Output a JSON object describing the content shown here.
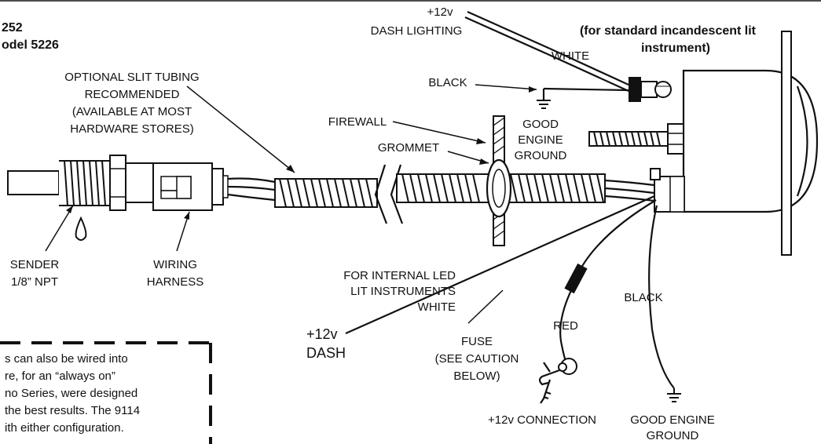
{
  "header": {
    "model_line1": "252",
    "model_line2": "odel 5226"
  },
  "labels": {
    "dash_lighting_1": "+12v",
    "dash_lighting_2": "DASH LIGHTING",
    "standard_note_1": "(for standard incandescent lit",
    "standard_note_2": "instrument)",
    "white_top": "WHITE",
    "black_top": "BLACK",
    "good_ground_1": "GOOD",
    "good_ground_2": "ENGINE",
    "good_ground_3": "GROUND",
    "optional_1": "OPTIONAL SLIT TUBING",
    "optional_2": "RECOMMENDED",
    "optional_3": "(AVAILABLE AT MOST",
    "optional_4": "HARDWARE STORES)",
    "firewall": "FIREWALL",
    "grommet": "GROMMET",
    "sender_1": "SENDER",
    "sender_2": "1/8” NPT",
    "harness_1": "WIRING",
    "harness_2": "HARNESS",
    "led_1": "FOR INTERNAL LED",
    "led_2": "LIT INSTRUMENTS",
    "led_3": "WHITE",
    "dash_1": "+12v",
    "dash_2": "DASH",
    "fuse_1": "FUSE",
    "fuse_2": "(SEE CAUTION",
    "fuse_3": "BELOW)",
    "red": "RED",
    "black_bottom": "BLACK",
    "connection": "+12v CONNECTION",
    "bottom_ground_1": "GOOD ENGINE",
    "bottom_ground_2": "GROUND"
  },
  "note": {
    "line1": "s can also be wired into",
    "line2": "re, for an “always on”",
    "line3": "no Series, were designed",
    "line4": " the best results. The 9114",
    "line5": "ith either configuration."
  },
  "icons": {
    "ground": "ground-symbol-icon",
    "key": "ignition-key-icon",
    "fuse": "inline-fuse-icon",
    "bulb": "bulb-socket-icon"
  },
  "colors": {
    "ink": "#111111",
    "background": "#ffffff"
  }
}
